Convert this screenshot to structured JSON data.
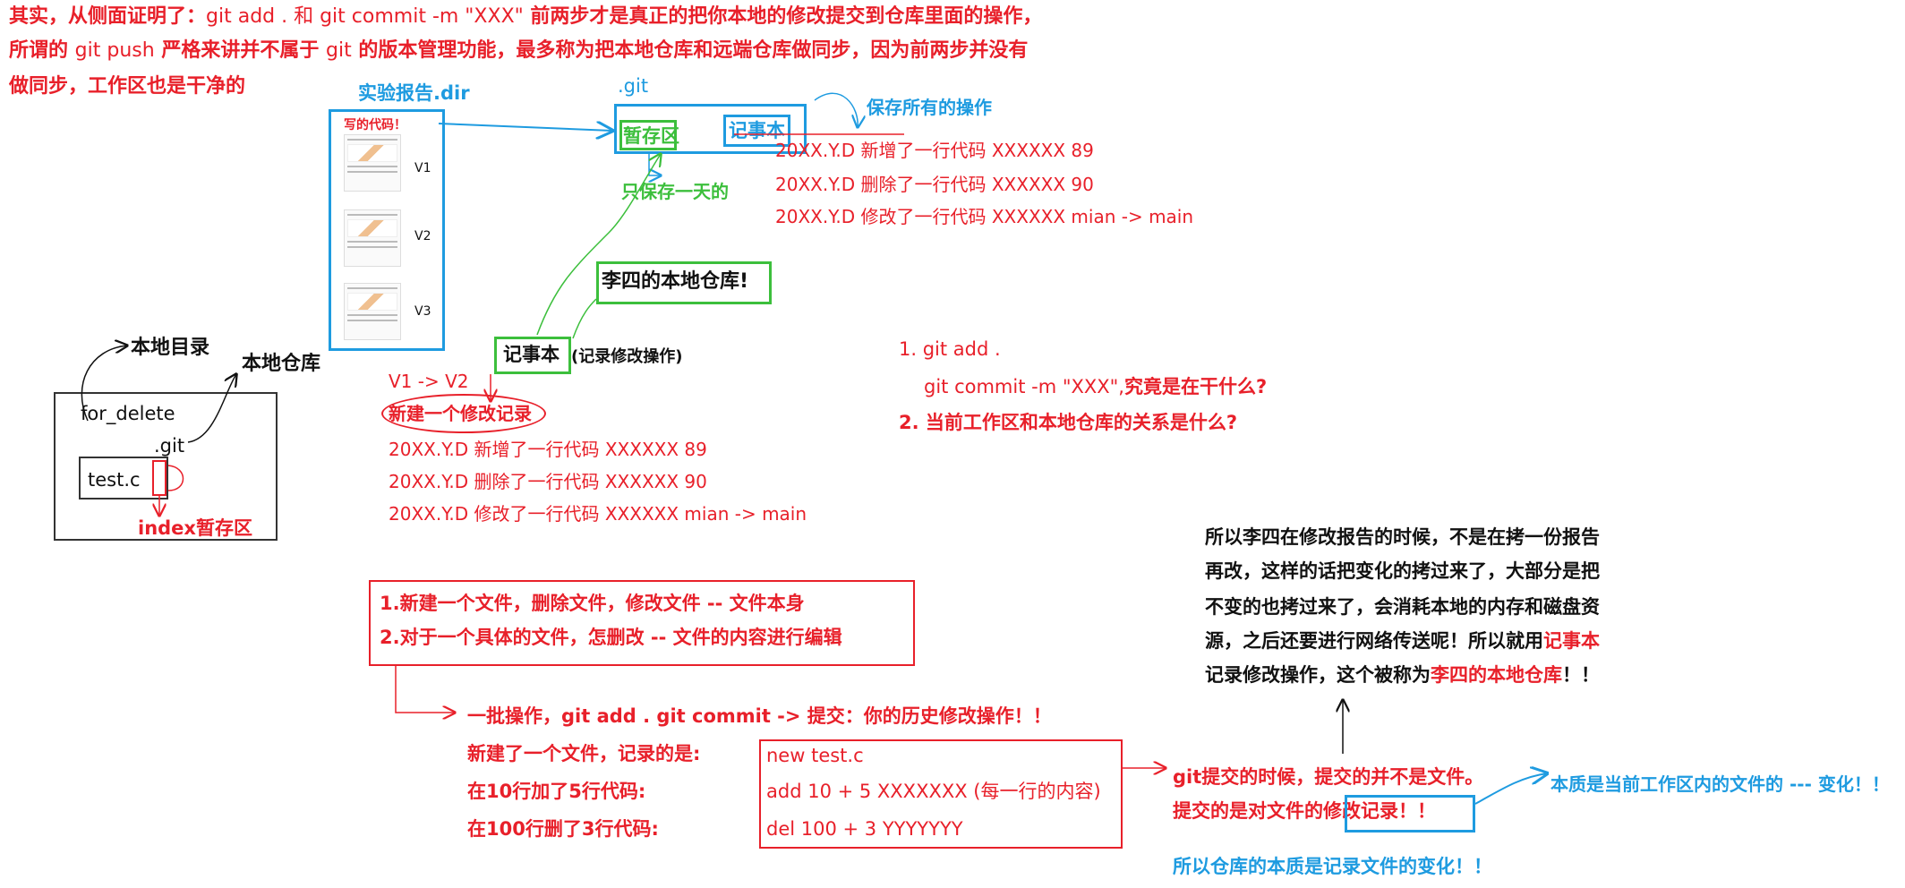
{
  "header": {
    "line1_cn": "其实，从侧面证明了：",
    "line1_git": "git add . 和 git commit -m \"XXX\"",
    "line1_rest": " 前两步才是真正的把你本地的修改提交到仓库里面的操作，",
    "line2_a": "所谓的 ",
    "line2_git": "git push",
    "line2_b": " 严格来讲并不属于 ",
    "line2_git2": "git",
    "line2_c": " 的版本管理功能，最多称为把本地仓库和远端仓库做同步，因为前两步并没有",
    "line3": "做同步，工作区也是干净的"
  },
  "report": {
    "title": "实验报告.dir",
    "code_label": "写的代码！",
    "versions": [
      "V1",
      "V2",
      "V3"
    ]
  },
  "gitdir": {
    "title": ".git",
    "staging": "暂存区",
    "notebook": "记事本",
    "save_all": "保存所有的操作",
    "save_one_day": "只保存一天的",
    "records": [
      "20XX.Y.D 新增了一行代码  XXXXXX 89",
      "20XX.Y.D 删除了一行代码  XXXXXX 90",
      "20XX.Y.D 修改了一行代码  XXXXXX mian -> main"
    ]
  },
  "local_repo": {
    "lisi": "李四的本地仓库!",
    "notebook": "记事本",
    "notebook_note": "(记录修改操作)",
    "v1v2": "V1 -> V2",
    "new_record": "新建一个修改记录",
    "records": [
      "20XX.Y.D 新增了一行代码  XXXXXX 89",
      "20XX.Y.D 删除了一行代码  XXXXXX 90",
      "20XX.Y.D 修改了一行代码  XXXXXX mian -> main"
    ]
  },
  "folder": {
    "local_dir": "本地目录",
    "local_repo": "本地仓库",
    "name": "for_delete",
    "git": ".git",
    "file": "test.c",
    "index": "index暂存区"
  },
  "questions": {
    "q1a": "1. git add .",
    "q1b_code": "git commit -m \"XXX\",",
    "q1b_cn": "究竟是在干什么?",
    "q2": "2. 当前工作区和本地仓库的关系是什么?"
  },
  "explain": {
    "lines": [
      "所以李四在修改报告的时候，不是在拷一份报告",
      "再改，这样的话把变化的拷过来了，大部分是把",
      "不变的也拷过来了，会消耗本地的内存和磁盘资",
      "源，之后还要进行网络传送呢！所以就用"
    ],
    "notebook_word": "记事本",
    "last_a": "记录修改操作，这个被称为",
    "last_b": "李四的本地仓库",
    "last_c": "！！"
  },
  "ops": {
    "item1": "1.新建一个文件，删除文件，修改文件  -- 文件本身",
    "item2": "2.对于一个具体的文件，怎删改 -- 文件的内容进行编辑",
    "batch": "一批操作，git add .  git commit -> 提交：你的历史修改操作！！",
    "rows": [
      {
        "label": "新建了一个文件，记录的是:",
        "value": "new test.c"
      },
      {
        "label": "在10行加了5行代码:",
        "value": "add 10 + 5 XXXXXXX (每一行的内容)"
      },
      {
        "label": "在100行删了3行代码:",
        "value": "del 100 + 3 YYYYYYY"
      }
    ]
  },
  "conclusion": {
    "line1": "git提交的时候，提交的并不是文件。",
    "line2_a": "提交的是对文件的",
    "line2_b": "修改记录！！",
    "essence": "本质是当前工作区内的文件的 --- 变化！！",
    "final": "所以仓库的本质是记录文件的变化！！"
  },
  "colors": {
    "red": "#e8202a",
    "blue": "#1e9be0",
    "green": "#3cbf3c",
    "black": "#111111"
  }
}
